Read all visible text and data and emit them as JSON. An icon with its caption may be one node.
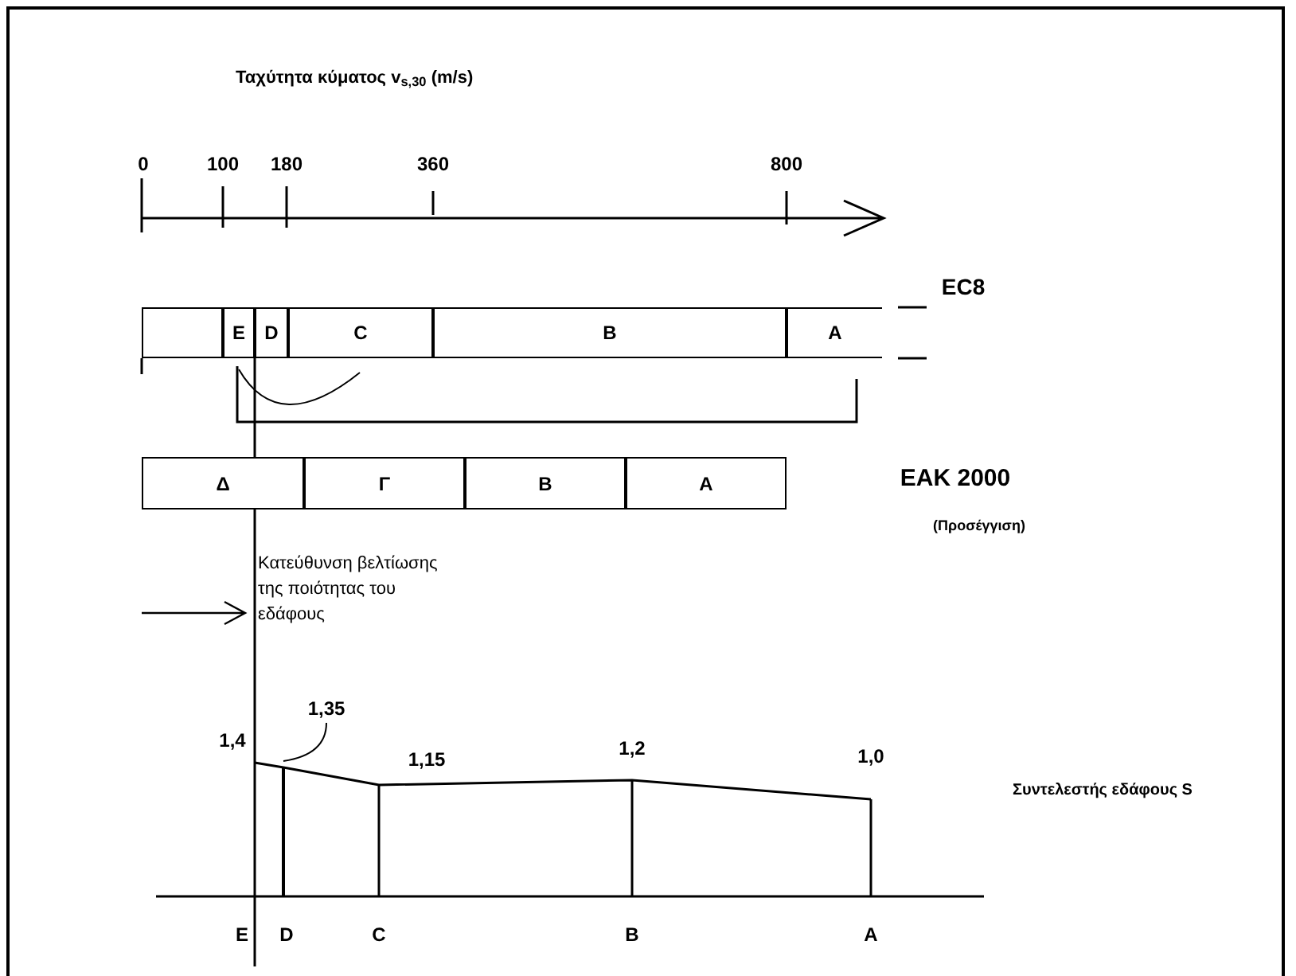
{
  "diagram": {
    "title": "Ταχύτητα κύματος v$_{s,30}$ (m/s)",
    "nodes": [
      {
        "text": [],
        "shape": "box"
      },
      {
        "text": [
          "E"
        ]
      },
      {
        "text": [
          "D"
        ]
      },
      {
        "text": [
          "C"
        ]
      },
      {
        "text": [
          "B"
        ]
      },
      {
        "text": [
          "A"
        ]
      },
      {
        "text": [
          "Δ"
        ]
      },
      {
        "text": [
          "Γ"
        ]
      },
      {
        "text": [
          "B"
        ]
      },
      {
        "text": [
          "A"
        ]
      },
      {
        "text": [
          "1,35"
        ]
      },
      {
        "text": [],
        "shape": "bar"
      }
    ],
    "edges": [
      {
        "from": 10,
        "to": 11,
        "arrow": "none"
      }
    ],
    "labels": [
      "0",
      "100",
      "180",
      "360",
      "800",
      "EC8",
      "EAK 2000",
      "(Προσέγγιση)",
      "Κατεύθυνση βελτίωσης της ποιότητας του εδάφους",
      "1,4",
      "1,15",
      "1,2",
      "1,0",
      "Συντελεστής εδάφους S",
      "E",
      "D",
      "C",
      "B",
      "A"
    ]
  }
}
